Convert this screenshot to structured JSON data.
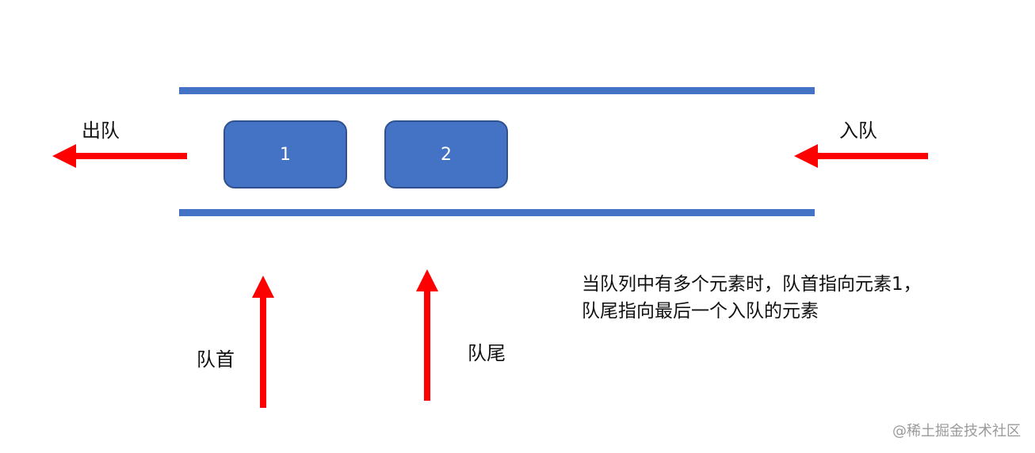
{
  "colors": {
    "queue_wall": "#4472c4",
    "element_fill": "#4472c4",
    "element_border": "#2f528f",
    "arrow": "#ff0000"
  },
  "queue": {
    "elements": [
      {
        "label": "1"
      },
      {
        "label": "2"
      }
    ]
  },
  "labels": {
    "dequeue": "出队",
    "enqueue": "入队",
    "head": "队首",
    "tail": "队尾"
  },
  "description": "当队列中有多个元素时，队首指向元素1，队尾指向最后一个入队的元素",
  "watermark": "@稀土掘金技术社区"
}
